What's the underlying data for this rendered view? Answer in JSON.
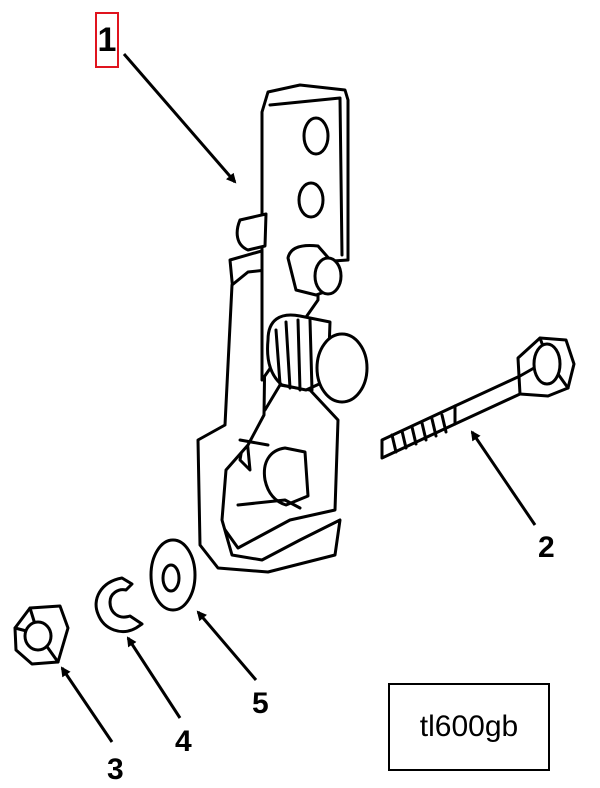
{
  "callouts": {
    "c1": "1",
    "c2": "2",
    "c3": "3",
    "c4": "4",
    "c5": "5"
  },
  "highlight_color": "#e0141e",
  "figure_id": "tl600gb"
}
